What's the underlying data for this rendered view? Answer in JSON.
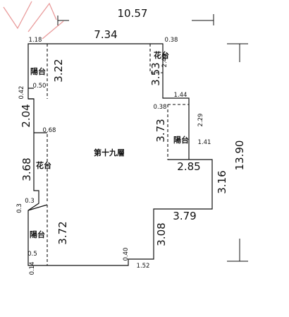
{
  "floor_label": "第十九層",
  "rooms": {
    "balcony_top": "陽台",
    "balcony_bottom": "陽台",
    "balcony_right": "陽台",
    "planter_left": "花台",
    "planter_right": "花台"
  },
  "dimensions": {
    "total_width": "10.57",
    "total_height": "13.90",
    "top_edge": "7.34",
    "top_left_offset": "1.18",
    "top_right_small": "0.38",
    "left_seg_1": "3.22",
    "left_small_a": "0.42",
    "left_small_b": "0.50",
    "left_seg_2": "2.04",
    "left_small_c": "0.68",
    "left_seg_3": "3.68",
    "left_small_d": "0.3",
    "left_small_e": "0.3",
    "left_seg_4": "3.72",
    "left_small_f": "0.5",
    "left_small_g": "0.14",
    "right_seg_1": "3.53",
    "right_seg_1b": "2.40",
    "right_step": "1.44",
    "right_small": "0.38",
    "right_seg_2": "3.73",
    "right_seg_2b": "2.29",
    "right_balcony_w": "1.41",
    "right_notch": "2.85",
    "right_seg_3": "3.16",
    "lower_right_w": "3.79",
    "lower_right_h": "3.08",
    "bottom_small": "0.40",
    "bottom_w": "1.52"
  }
}
